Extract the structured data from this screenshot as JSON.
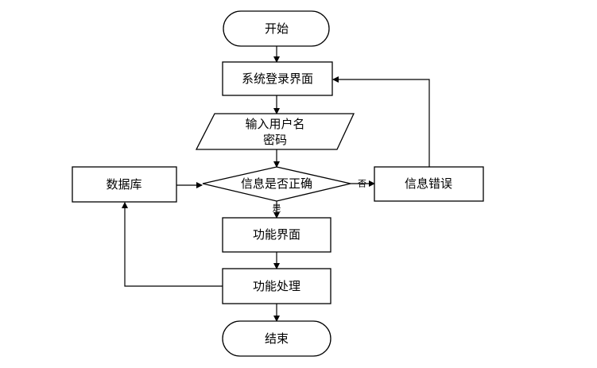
{
  "flowchart": {
    "nodes": {
      "start": "开始",
      "login": "系统登录界面",
      "input_line1": "输入用户名",
      "input_line2": "密码",
      "database": "数据库",
      "check": "信息是否正确",
      "error": "信息错误",
      "function_ui": "功能界面",
      "function_process": "功能处理",
      "end": "结束"
    },
    "edge_labels": {
      "no": "否",
      "yes": "是"
    }
  }
}
